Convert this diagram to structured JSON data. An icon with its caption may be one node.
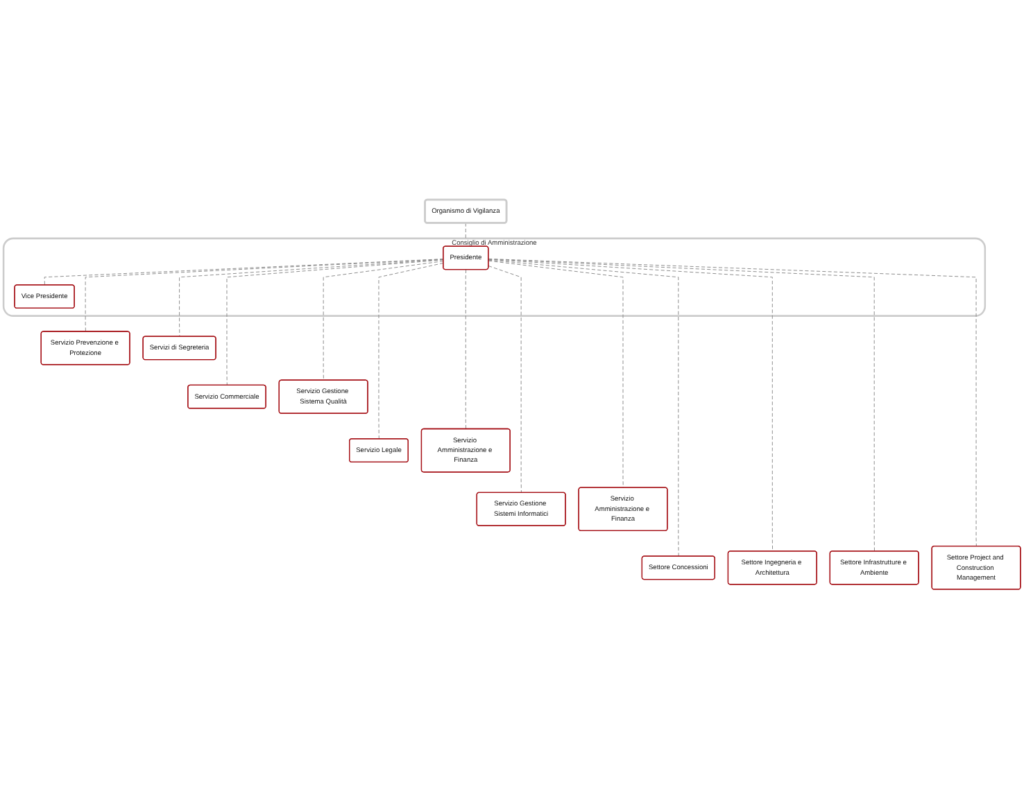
{
  "diagram": {
    "nodes": [
      {
        "text": [
          "Organismo di Vigilanza"
        ]
      },
      {
        "text": [
          "Consiglio di Amministrazione"
        ]
      },
      {
        "text": [
          "Presidente"
        ],
        "in": 1
      },
      {
        "text": [
          "Vice Presidente"
        ],
        "in": 1
      },
      {
        "text": [
          "Servizio Prevenzione e Protezione"
        ]
      },
      {
        "text": [
          "Servizi di Segreteria"
        ]
      },
      {
        "text": [
          "Servizio Commerciale"
        ]
      },
      {
        "text": [
          "Servizio Gestione Sistema Qualità"
        ]
      },
      {
        "text": [
          "Servizio Legale"
        ]
      },
      {
        "text": [
          "Servizio Amministrazione e Finanza"
        ]
      },
      {
        "text": [
          "Servizio Gestione Sistemi Informatici"
        ]
      },
      {
        "text": [
          "Servizio Amministrazione e Finanza"
        ]
      },
      {
        "text": [
          "Settore Concessioni"
        ]
      },
      {
        "text": [
          "Settore Ingegneria e Architettura"
        ]
      },
      {
        "text": [
          "Settore Infrastrutture e Ambiente"
        ]
      },
      {
        "text": [
          "Settore Project and Construction Management"
        ]
      }
    ],
    "edges": [
      {
        "from": 0,
        "to": 1,
        "arrow": "none",
        "style": "dashed"
      },
      {
        "from": 2,
        "to": 3,
        "arrow": "none",
        "style": "dashed"
      },
      {
        "from": 2,
        "to": 4,
        "arrow": "none",
        "style": "dashed"
      },
      {
        "from": 2,
        "to": 5,
        "arrow": "none",
        "style": "dashed"
      },
      {
        "from": 2,
        "to": 6,
        "arrow": "none",
        "style": "dashed"
      },
      {
        "from": 2,
        "to": 7,
        "arrow": "none",
        "style": "dashed"
      },
      {
        "from": 2,
        "to": 8,
        "arrow": "none",
        "style": "dashed"
      },
      {
        "from": 2,
        "to": 9,
        "arrow": "none",
        "style": "dashed"
      },
      {
        "from": 2,
        "to": 10,
        "arrow": "none",
        "style": "dashed"
      },
      {
        "from": 2,
        "to": 11,
        "arrow": "none",
        "style": "dashed"
      },
      {
        "from": 2,
        "to": 12,
        "arrow": "none",
        "style": "dashed"
      },
      {
        "from": 2,
        "to": 13,
        "arrow": "none",
        "style": "dashed"
      },
      {
        "from": 2,
        "to": 14,
        "arrow": "none",
        "style": "dashed"
      },
      {
        "from": 2,
        "to": 15,
        "arrow": "none",
        "style": "dashed"
      }
    ]
  }
}
